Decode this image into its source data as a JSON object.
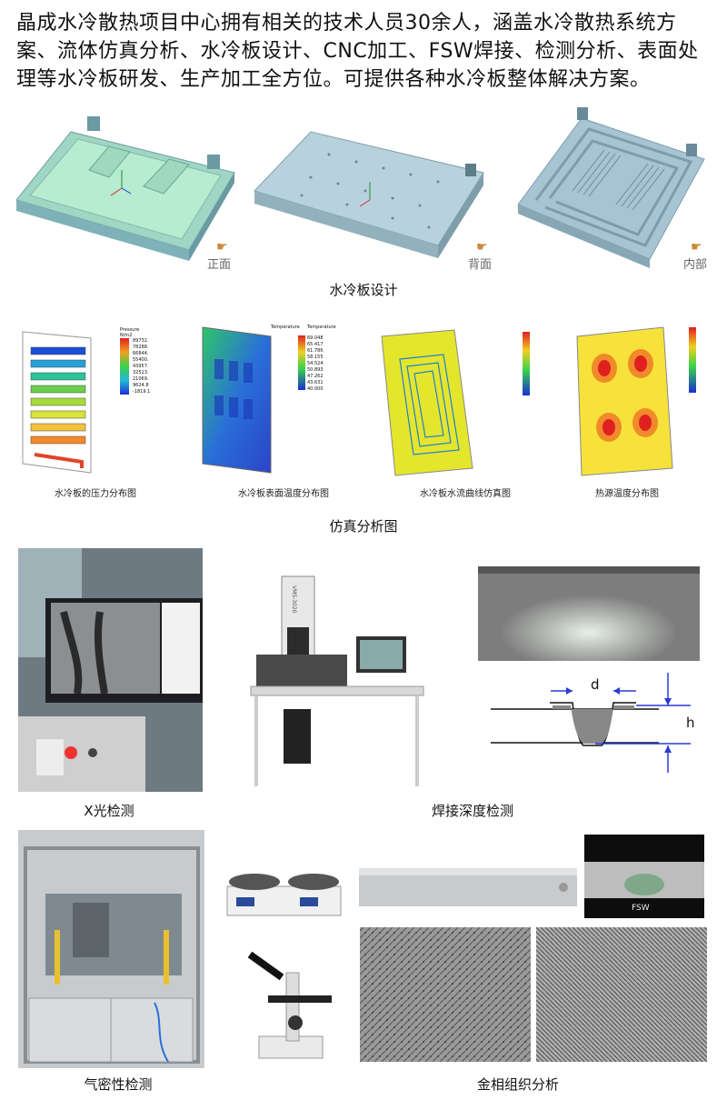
{
  "intro": "晶成水冷散热项目中心拥有相关的技术人员30余人，涵盖水冷散热系统方案、流体仿真分析、水冷板设计、CNC加工、FSW焊接、检测分析、表面处理等水冷板研发、生产加工全方位。可提供各种水冷板整体解决方案。",
  "design": {
    "caption": "水冷板设计",
    "views": [
      "正面",
      "背面",
      "内部"
    ]
  },
  "simulation": {
    "caption": "仿真分析图",
    "items": [
      "水冷板的压力分布图",
      "水冷板表面温度分布图",
      "水冷板水流曲线仿真图",
      "热源温度分布图"
    ],
    "legend_titles": [
      "Pressure",
      "Temperature",
      "Temperature"
    ],
    "legend_units": [
      "N/m2"
    ],
    "pressure_values": [
      "89732.",
      "78288.",
      "66844.",
      "55400.",
      "43957.",
      "32513.",
      "21069.",
      "9624.8",
      "-1819.1"
    ],
    "temp_values": [
      "69.048",
      "65.417",
      "61.786",
      "58.155",
      "54.524",
      "50.893",
      "47.262",
      "43.631",
      "40.000"
    ]
  },
  "inspection": {
    "xray_caption": "X光检测",
    "weld_caption": "焊接深度检测",
    "dim_d": "d",
    "dim_h": "h",
    "machine_label": "VMS-3020",
    "airtight_caption": "气密性检测",
    "metallo_caption": "金相组织分析",
    "fsw_label": "FSW"
  },
  "colors": {
    "plate_green": "#a8e3c0",
    "plate_blue": "#b9d2de",
    "accent_arrow": "#2a3bd6"
  }
}
